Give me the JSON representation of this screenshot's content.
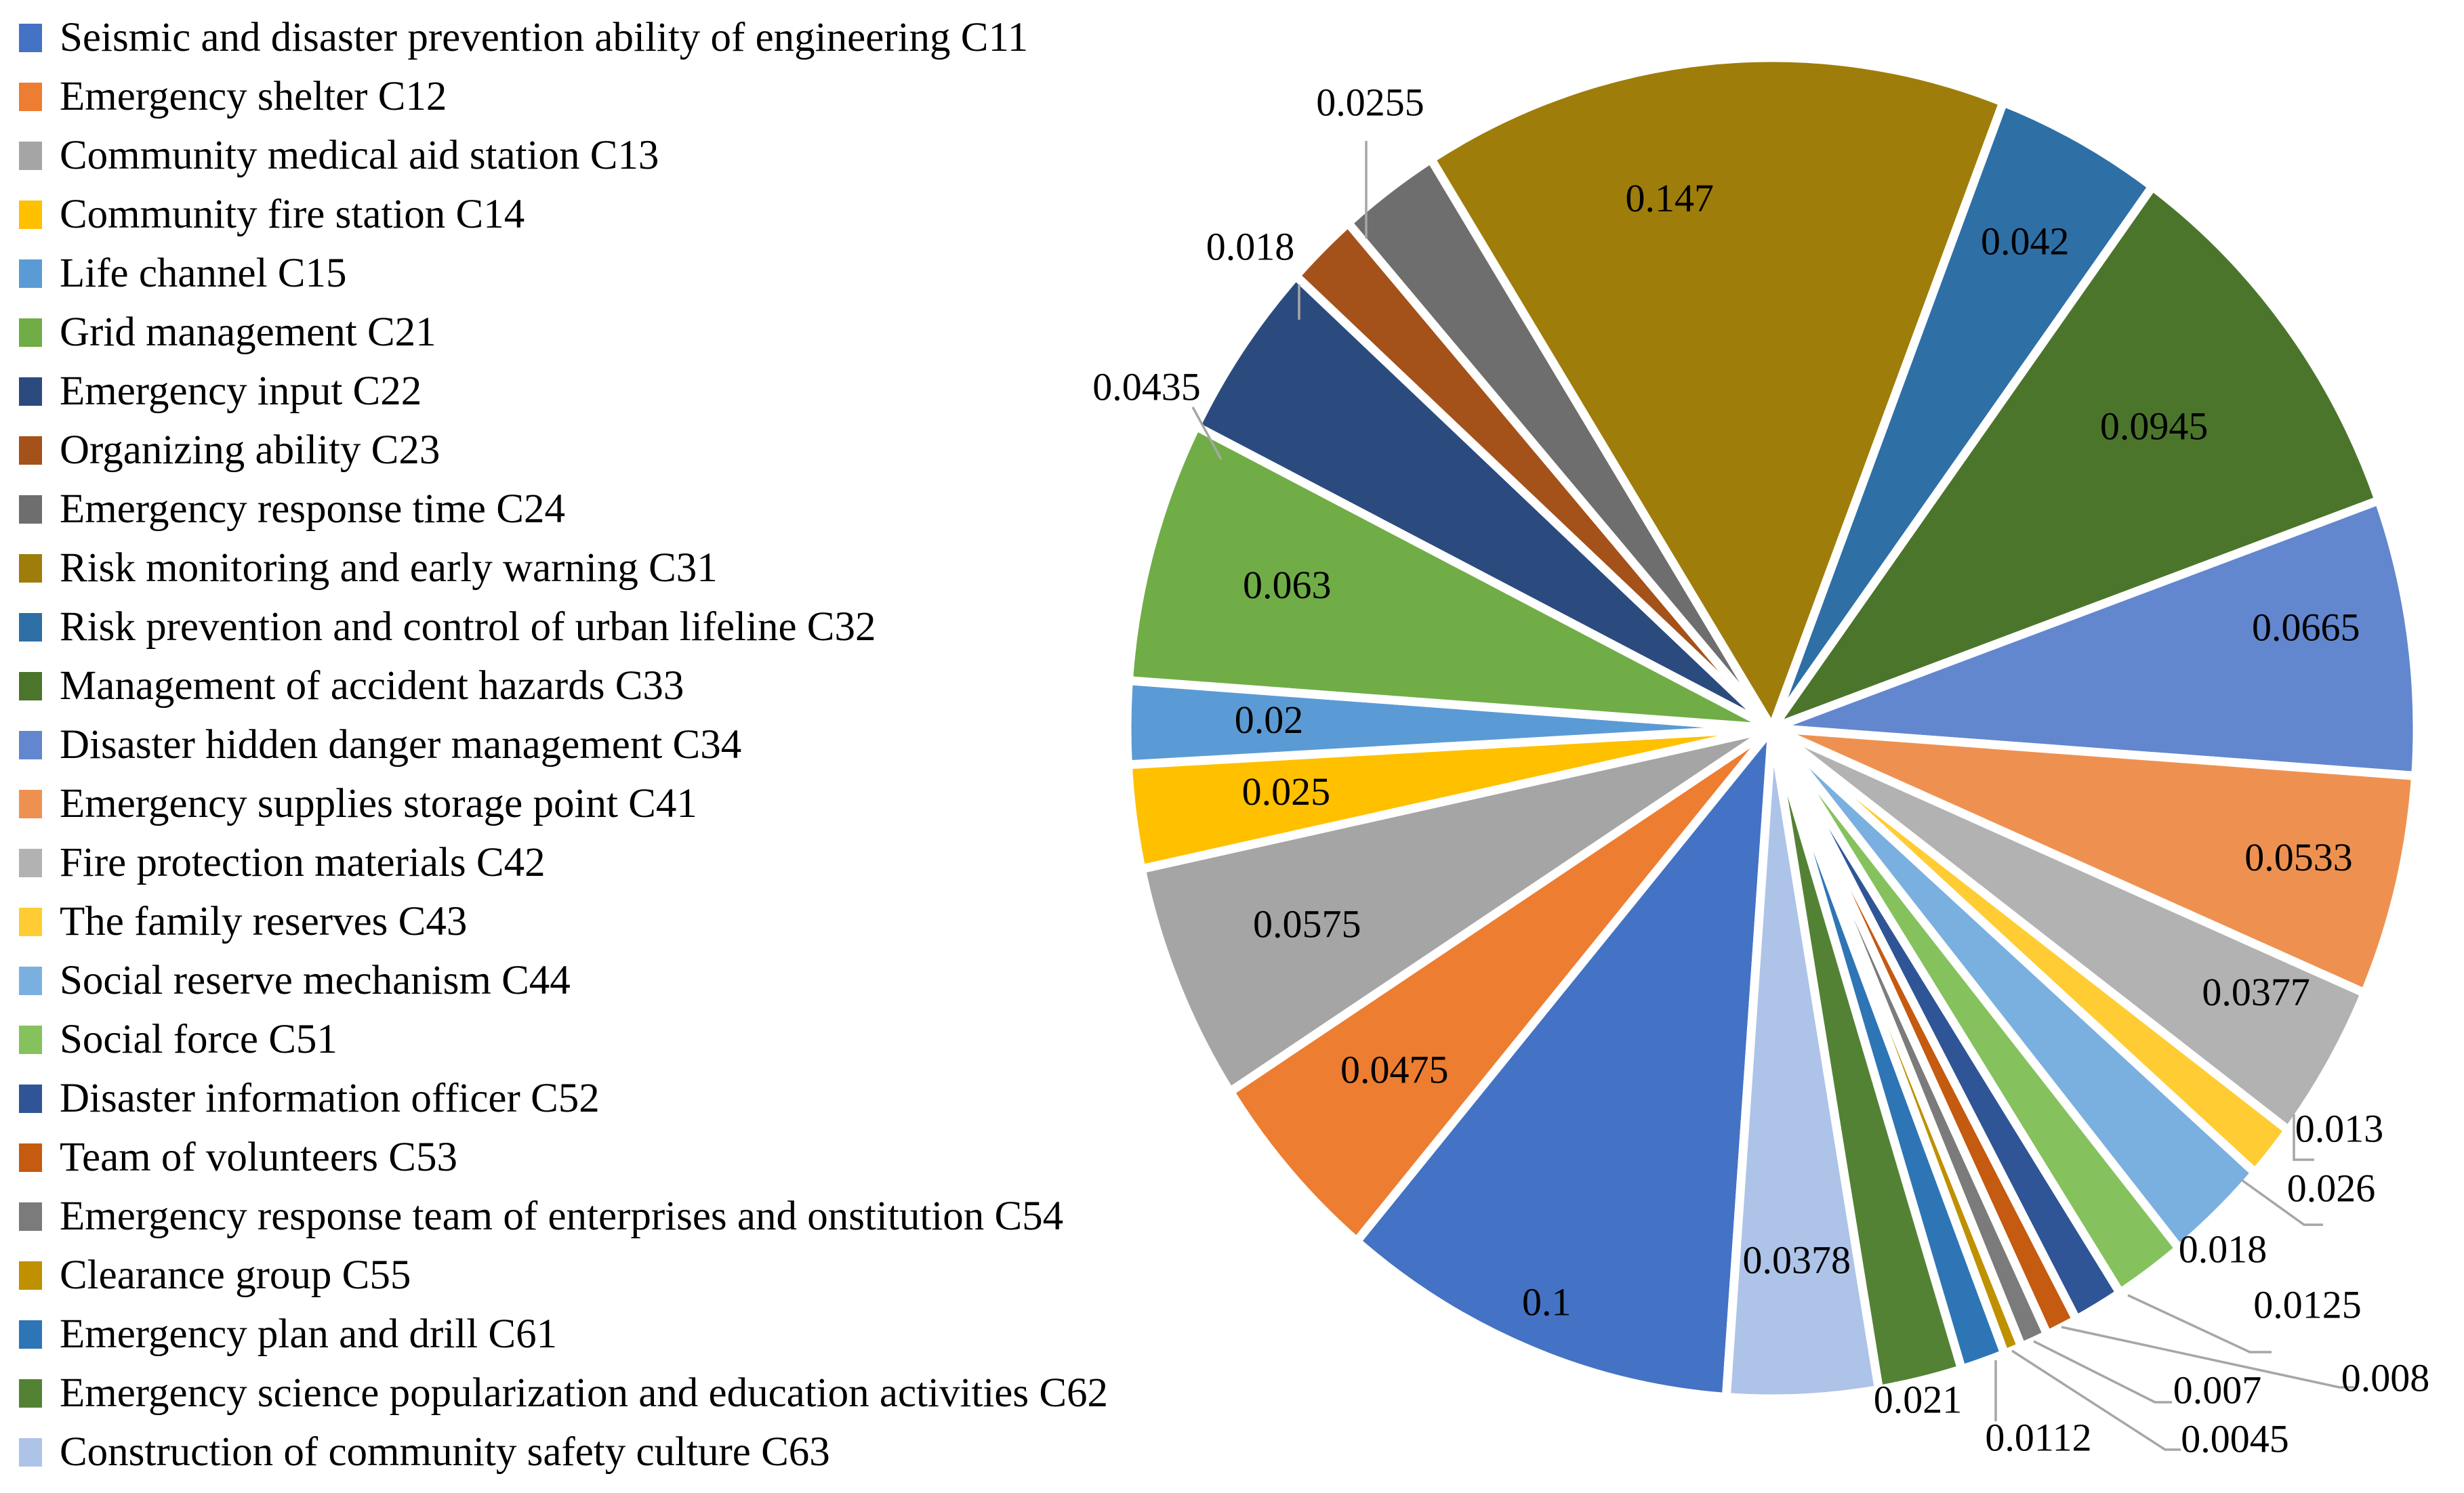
{
  "figure": {
    "background": "#ffffff",
    "description": "Exploded-style pie chart of community disaster-resilience indicator weights with legend at left"
  },
  "chart_data": {
    "type": "pie",
    "title": "",
    "legend_position": "left",
    "data_labels": "values",
    "gap_color": "#ffffff",
    "leader_line_color": "#a6a6a6",
    "slices": [
      {
        "id": "C11",
        "label": "Seismic and disaster prevention ability of engineering C11",
        "value": 0.1,
        "color": "#4472C4"
      },
      {
        "id": "C12",
        "label": "Emergency shelter C12",
        "value": 0.0475,
        "color": "#ED7D31"
      },
      {
        "id": "C13",
        "label": "Community medical aid station C13",
        "value": 0.0575,
        "color": "#A5A5A5"
      },
      {
        "id": "C14",
        "label": "Community fire station C14",
        "value": 0.025,
        "color": "#FFC000"
      },
      {
        "id": "C15",
        "label": "Life channel C15",
        "value": 0.02,
        "color": "#5B9BD5"
      },
      {
        "id": "C21",
        "label": "Grid management C21",
        "value": 0.063,
        "color": "#70AD47"
      },
      {
        "id": "C22",
        "label": "Emergency input C22",
        "value": 0.0435,
        "color": "#2B4B7E"
      },
      {
        "id": "C23",
        "label": "Organizing ability C23",
        "value": 0.018,
        "color": "#A5511A"
      },
      {
        "id": "C24",
        "label": "Emergency response time C24",
        "value": 0.0255,
        "color": "#6E6E6E"
      },
      {
        "id": "C31",
        "label": "Risk monitoring and early warning C31",
        "value": 0.147,
        "color": "#9E7D0A"
      },
      {
        "id": "C32",
        "label": "Risk prevention and control of urban lifeline C32",
        "value": 0.042,
        "color": "#2E6FA6"
      },
      {
        "id": "C33",
        "label": "Management of accident hazards C33",
        "value": 0.0945,
        "color": "#4C752C"
      },
      {
        "id": "C34",
        "label": "Disaster hidden danger management C34",
        "value": 0.0665,
        "color": "#6287CE"
      },
      {
        "id": "C41",
        "label": "Emergency supplies storage point C41",
        "value": 0.0533,
        "color": "#EE9150"
      },
      {
        "id": "C42",
        "label": "Fire protection materials C42",
        "value": 0.0377,
        "color": "#B2B2B2"
      },
      {
        "id": "C43",
        "label": "The family reserves C43",
        "value": 0.013,
        "color": "#FFCD33"
      },
      {
        "id": "C44",
        "label": "Social reserve mechanism C44",
        "value": 0.026,
        "color": "#7AB0E0"
      },
      {
        "id": "C51",
        "label": "Social force C51",
        "value": 0.018,
        "color": "#85C25E"
      },
      {
        "id": "C52",
        "label": "Disaster information officer C52",
        "value": 0.0125,
        "color": "#2F5597"
      },
      {
        "id": "C53",
        "label": "Team of volunteers C53",
        "value": 0.008,
        "color": "#C55A11"
      },
      {
        "id": "C54",
        "label": "Emergency response team of enterprises and onstitution C54",
        "value": 0.007,
        "color": "#7B7B7B"
      },
      {
        "id": "C55",
        "label": "Clearance group C55",
        "value": 0.0045,
        "color": "#BF9000"
      },
      {
        "id": "C61",
        "label": "Emergency plan and drill C61",
        "value": 0.0112,
        "color": "#2E75B6"
      },
      {
        "id": "C62",
        "label": "Emergency science popularization and education activities C62",
        "value": 0.021,
        "color": "#548235"
      },
      {
        "id": "C63",
        "label": "Construction of community safety culture C63",
        "value": 0.0378,
        "color": "#AEC3E8"
      }
    ]
  }
}
